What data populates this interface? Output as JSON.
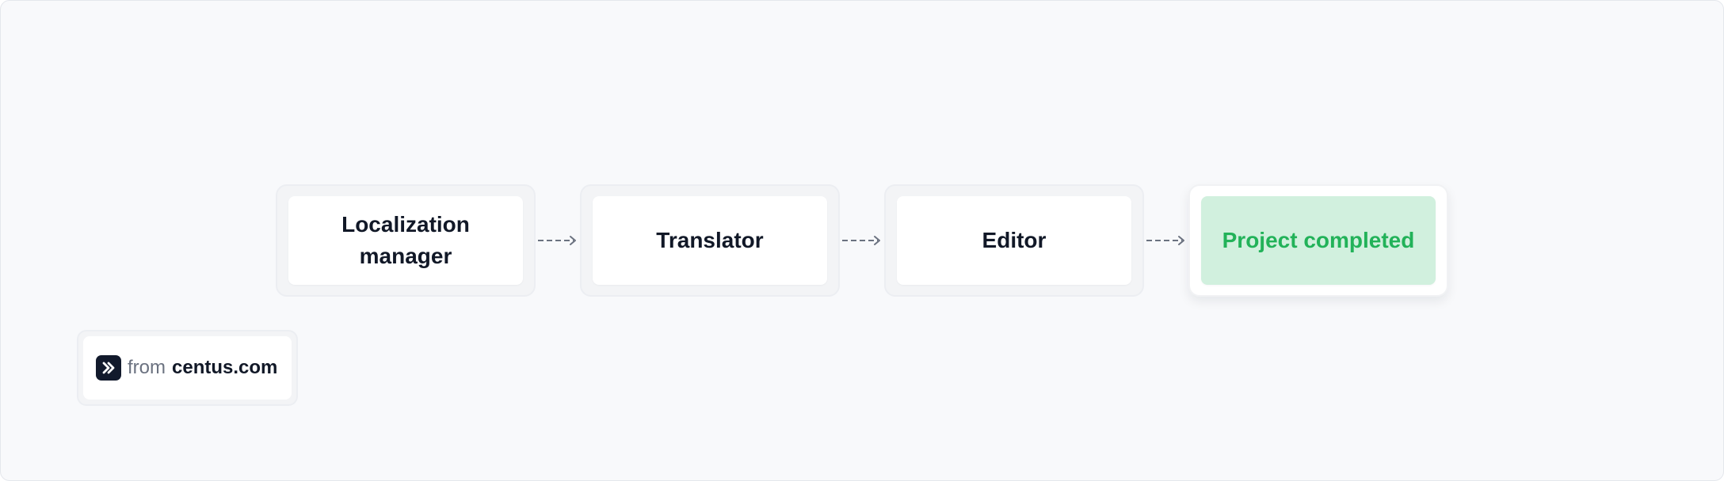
{
  "workflow": {
    "steps": [
      {
        "label": "Localization manager"
      },
      {
        "label": "Translator"
      },
      {
        "label": "Editor"
      },
      {
        "label": "Project completed"
      }
    ]
  },
  "attribution": {
    "prefix": "from",
    "domain": "centus.com",
    "icon": "centus-logo-icon"
  },
  "colors": {
    "background": "#f8f9fb",
    "step_text": "#111827",
    "connector": "#6b7280",
    "completed_fill": "#d1f0de",
    "completed_text": "#22b259",
    "logo_background": "#121a2c"
  }
}
